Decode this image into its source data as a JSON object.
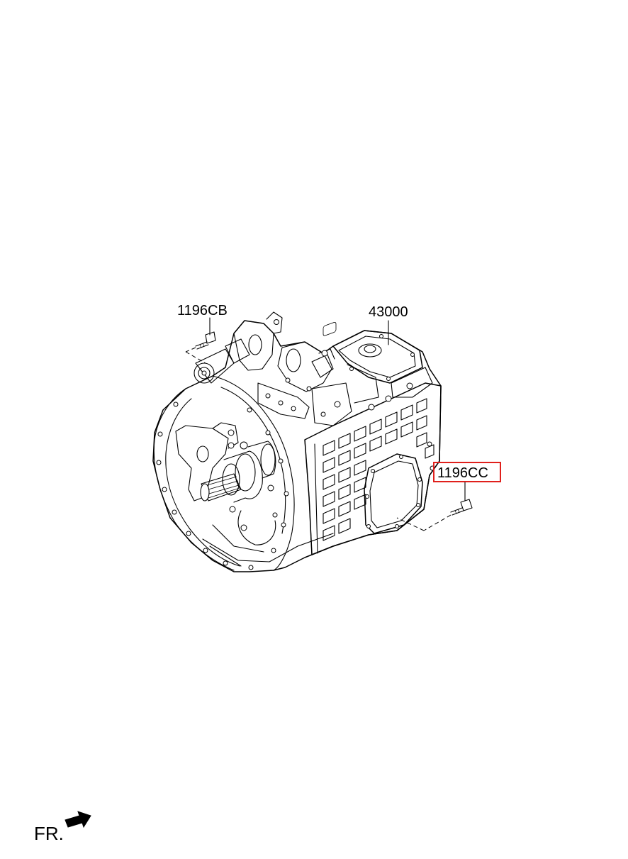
{
  "callouts": {
    "bolt_top": "1196CB",
    "assembly": "43000",
    "bolt_right": "1196CC"
  },
  "highlight_color": "#e0201c",
  "orientation": {
    "text": "FR.",
    "icon": "arrow-front-icon"
  }
}
